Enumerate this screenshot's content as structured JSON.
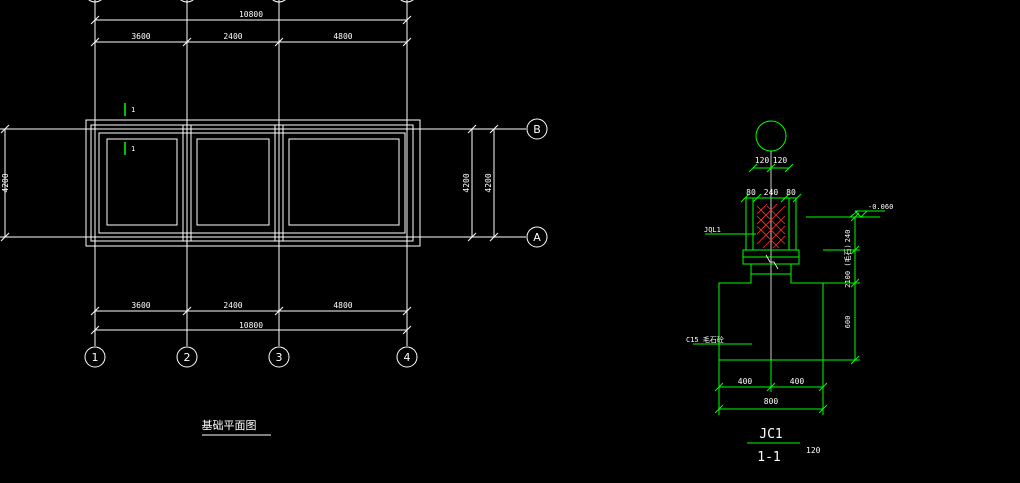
{
  "colors": {
    "background": "#000000",
    "line_white": "#ffffff",
    "line_green": "#00ff00",
    "hatch_red": "#ff3030"
  },
  "plan": {
    "dims_top": {
      "total": "10800",
      "seg1": "3600",
      "seg2": "2400",
      "seg3": "4800"
    },
    "dims_bottom": {
      "total": "10800",
      "seg1": "3600",
      "seg2": "2400",
      "seg3": "4800"
    },
    "dim_left": "4200",
    "dim_right_inner": "4200",
    "dim_right_outer": "4200",
    "axis_rows": [
      "B",
      "A"
    ],
    "axis_cols": [
      "1",
      "2",
      "3",
      "4"
    ],
    "section_mark_upper": "1",
    "section_mark_lower": "1",
    "title": "基础平面图"
  },
  "section": {
    "top_width_left": "120",
    "top_width_right": "120",
    "mid_80_left": "80",
    "mid_240": "240",
    "mid_80_right": "80",
    "elevation": "-0.060",
    "label_beam": "JQL1",
    "label_concrete": "C15 毛石砼",
    "height_240": "240",
    "height_step": "2100 (毛石)",
    "height_600": "600",
    "base_left": "400",
    "base_right": "400",
    "base_total": "800",
    "title_name": "JC1",
    "title_section": "1-1",
    "title_scale": "120"
  }
}
